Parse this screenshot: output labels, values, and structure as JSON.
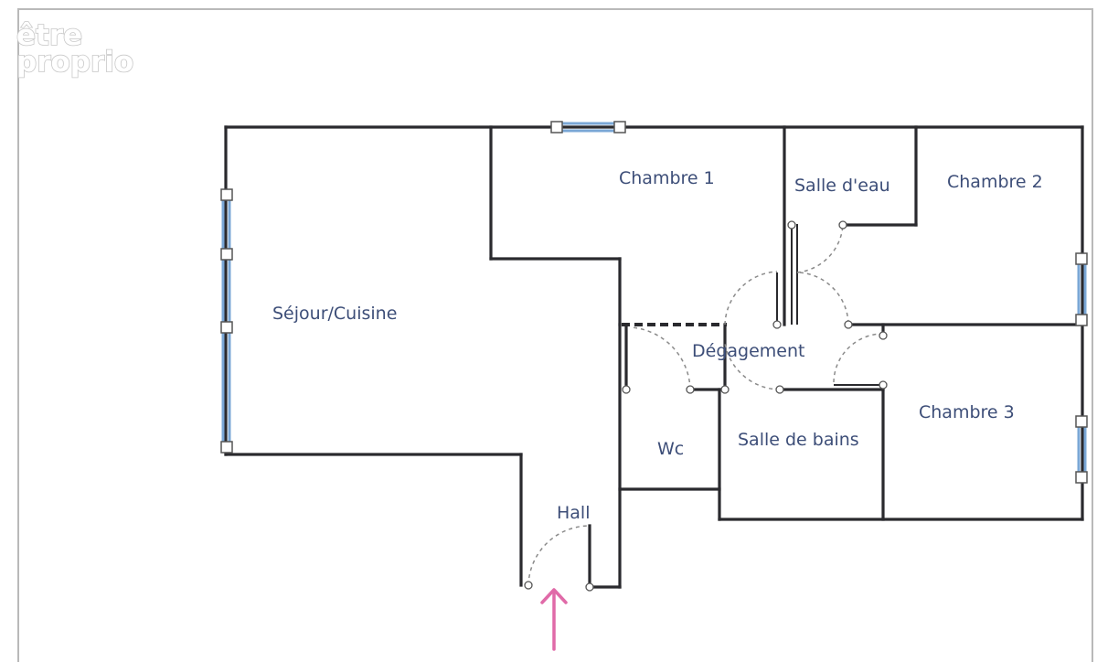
{
  "logo": {
    "line1": "être",
    "line2": "proprio"
  },
  "rooms": {
    "chambre_1": "Chambre 1",
    "salle_deau": "Salle d'eau",
    "chambre_2": "Chambre 2",
    "sejour_cuisine": "Séjour/Cuisine",
    "degagement": "Dégagement",
    "wc": "Wc",
    "salle_de_bains": "Salle de bains",
    "chambre_3": "Chambre 3",
    "hall": "Hall"
  },
  "colors": {
    "walls": "#2a2a2e",
    "windows": "#7aa7d6",
    "labels": "#3d4e78",
    "entrance_arrow": "#e06aa8",
    "frame": "#b9b9b9"
  },
  "icons": {
    "entrance": "up-arrow-icon"
  }
}
